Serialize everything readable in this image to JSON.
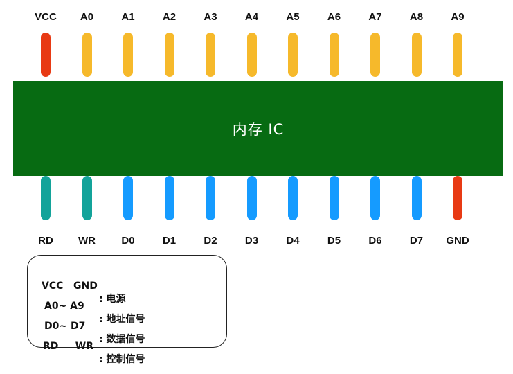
{
  "chip": {
    "label": "内存 IC"
  },
  "colors": {
    "power": "#e83a14",
    "address": "#f6b92b",
    "control": "#13a39a",
    "data": "#159bff",
    "chip": "#076b12"
  },
  "top_pins": [
    {
      "label": "VCC",
      "type": "power"
    },
    {
      "label": "A0",
      "type": "address"
    },
    {
      "label": "A1",
      "type": "address"
    },
    {
      "label": "A2",
      "type": "address"
    },
    {
      "label": "A3",
      "type": "address"
    },
    {
      "label": "A4",
      "type": "address"
    },
    {
      "label": "A5",
      "type": "address"
    },
    {
      "label": "A6",
      "type": "address"
    },
    {
      "label": "A7",
      "type": "address"
    },
    {
      "label": "A8",
      "type": "address"
    },
    {
      "label": "A9",
      "type": "address"
    }
  ],
  "bottom_pins": [
    {
      "label": "RD",
      "type": "control"
    },
    {
      "label": "WR",
      "type": "control"
    },
    {
      "label": "D0",
      "type": "data"
    },
    {
      "label": "D1",
      "type": "data"
    },
    {
      "label": "D2",
      "type": "data"
    },
    {
      "label": "D3",
      "type": "data"
    },
    {
      "label": "D4",
      "type": "data"
    },
    {
      "label": "D5",
      "type": "data"
    },
    {
      "label": "D6",
      "type": "data"
    },
    {
      "label": "D7",
      "type": "data"
    },
    {
      "label": "GND",
      "type": "power"
    }
  ],
  "legend": [
    {
      "pins": "VCC   GND",
      "desc": ": 电源"
    },
    {
      "pins": "A0~ A9",
      "desc": ": 地址信号"
    },
    {
      "pins": "D0~ D7",
      "desc": ": 数据信号"
    },
    {
      "pins": "RD     WR",
      "desc": ": 控制信号"
    }
  ]
}
